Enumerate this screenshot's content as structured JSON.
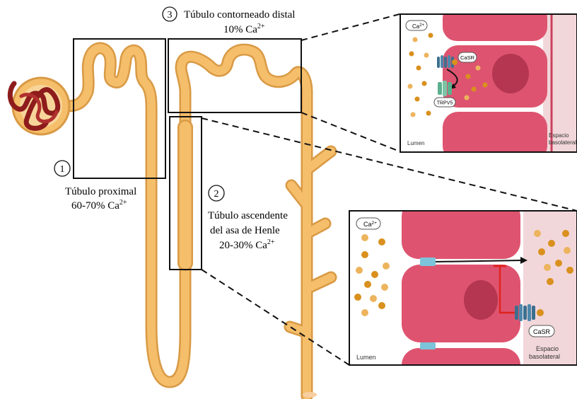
{
  "segments": {
    "proximal": {
      "number": "1",
      "name": "Túbulo proximal",
      "percent": "60-70% Ca",
      "ion_sup": "2+"
    },
    "ascending": {
      "number": "2",
      "name_line1": "Túbulo ascendente",
      "name_line2": "del asa de Henle",
      "percent": "20-30% Ca",
      "ion_sup": "2+"
    },
    "distal": {
      "number": "3",
      "name": "Túbulo contorneado distal",
      "percent": "10% Ca",
      "ion_sup": "2+"
    }
  },
  "inset_distal": {
    "ion_label": "Ca",
    "ion_sup": "2+",
    "receptor_label": "CaSR",
    "channel_label": "TRPV5",
    "lumen_label": "Lumen",
    "baso_label_line1": "Espacio",
    "baso_label_line2": "basolateral"
  },
  "inset_henle": {
    "ion_label": "Ca",
    "ion_sup": "2+",
    "receptor_label": "CaSR",
    "lumen_label": "Lumen",
    "baso_label_line1": "Espacio",
    "baso_label_line2": "basolateral"
  },
  "colors": {
    "tubule": "#F5BE6A",
    "tubule_edge": "#D99A45",
    "cell": "#DE5470",
    "cell_dark": "#C9405D",
    "nucleus": "#B43650",
    "basolateral": "#F2D7DA",
    "calcium": "#D9901D",
    "calcium_light": "#EDB45E",
    "receptor": "#3C6F8F",
    "channel": "#5CB08E",
    "inhibit": "#E0231F",
    "glomerulus": "#8E1C1C"
  }
}
